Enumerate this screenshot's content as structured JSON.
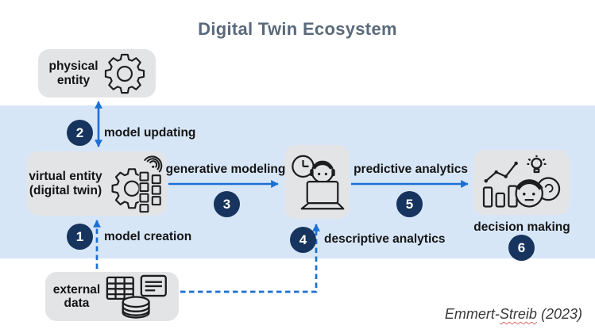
{
  "title": "Digital Twin Ecosystem",
  "attribution": {
    "part1": "Emmert-",
    "part2": "Streib",
    "part3": " (2023)"
  },
  "colors": {
    "band": "#d7e6f7",
    "node_fill": "#e3e4e6",
    "badge": "#16345e",
    "arrow": "#1c6fd3",
    "title": "#5a6a7a"
  },
  "nodes": {
    "physical": {
      "line1": "physical",
      "line2": "entity",
      "icon": "gear-icon"
    },
    "virtual": {
      "line1": "virtual entity",
      "line2": "(digital twin)",
      "icon": "gear-digital-signal-icon"
    },
    "analyst": {
      "icon": "person-laptop-clock-icon"
    },
    "decision": {
      "label": "decision making",
      "icon": "charts-people-lightbulb-icon"
    },
    "external": {
      "line1": "external",
      "line2": "data",
      "icon": "table-document-database-icon"
    }
  },
  "steps": [
    {
      "num": "1",
      "label": "model creation",
      "style": "dashed",
      "from": "external data",
      "to": "virtual entity"
    },
    {
      "num": "2",
      "label": "model updating",
      "style": "solid",
      "from": "virtual entity",
      "to": "physical entity"
    },
    {
      "num": "3",
      "label": "generative modeling",
      "style": "solid",
      "from": "virtual entity",
      "to": "analyst"
    },
    {
      "num": "4",
      "label": "descriptive analytics",
      "style": "dashed",
      "from": "external data",
      "to": "analyst"
    },
    {
      "num": "5",
      "label": "predictive analytics",
      "style": "solid",
      "from": "analyst",
      "to": "decision making"
    },
    {
      "num": "6",
      "label": "decision making",
      "style": "none",
      "from": "",
      "to": ""
    }
  ]
}
